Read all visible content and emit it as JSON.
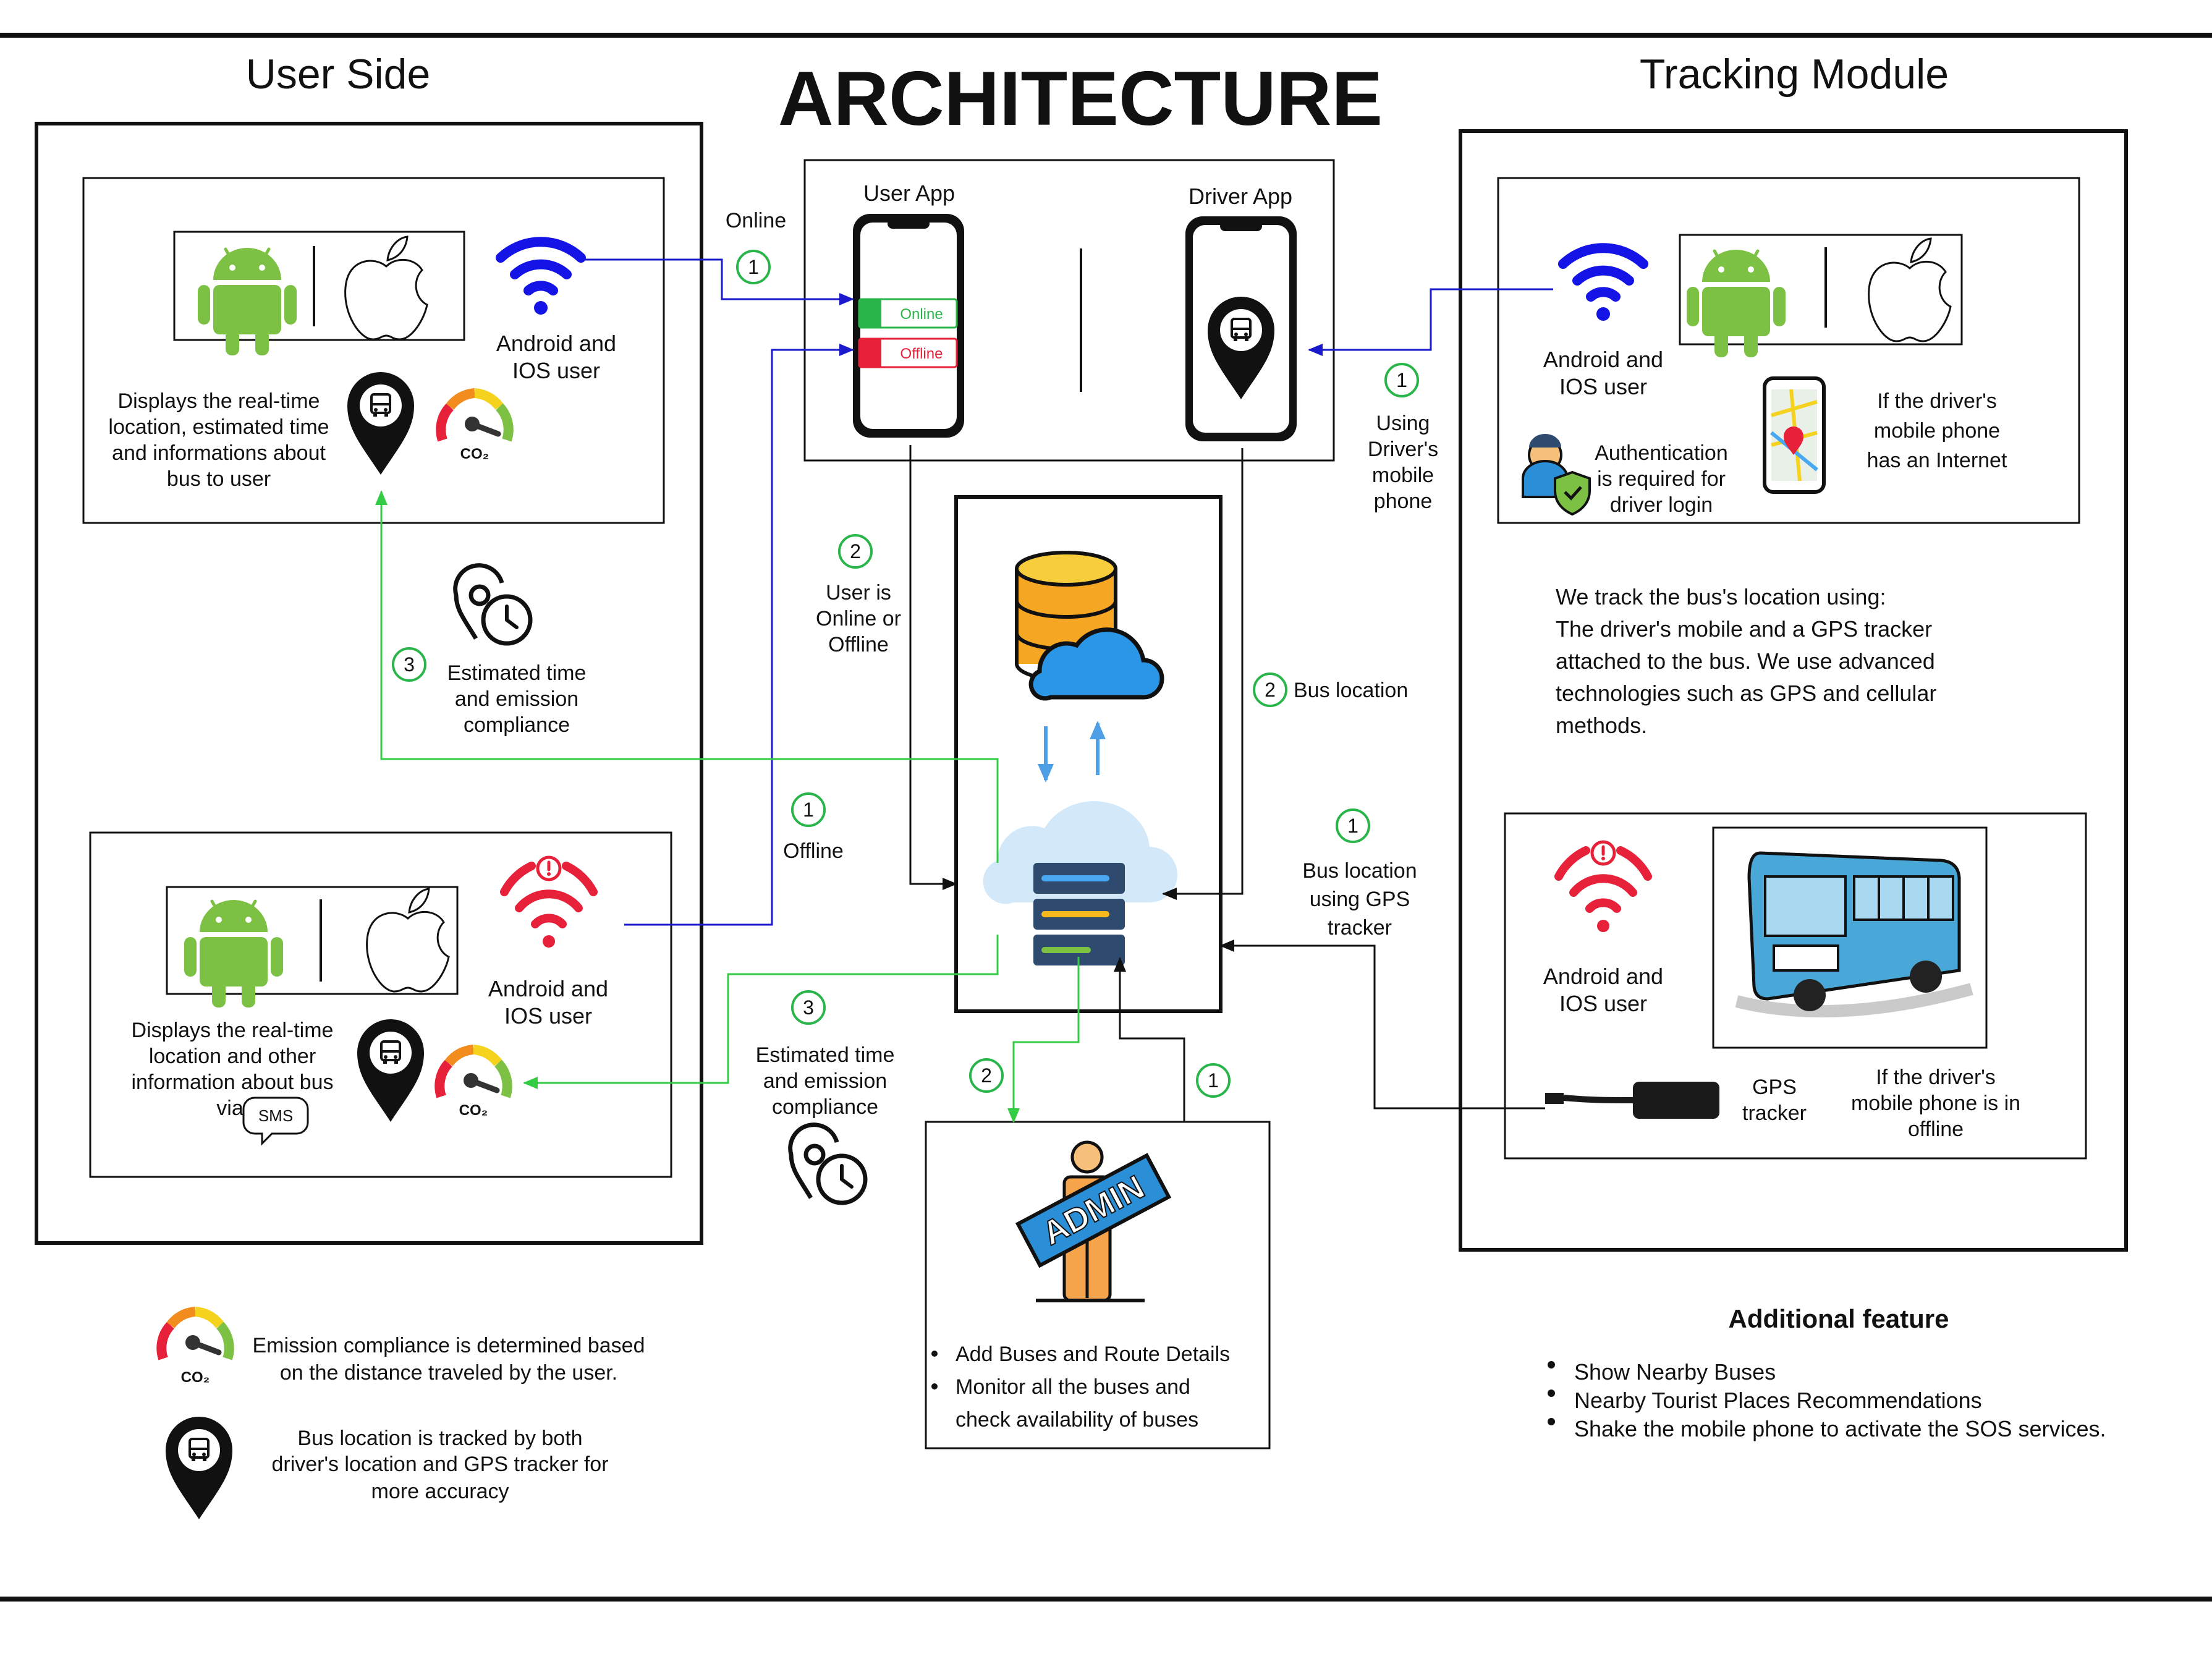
{
  "title": "ARCHITECTURE",
  "sections": {
    "user_side": "User Side",
    "tracking_module": "Tracking Module"
  },
  "user_app": {
    "label": "User App",
    "online_button": "Online",
    "offline_button": "Offline"
  },
  "driver_app": {
    "label": "Driver App"
  },
  "user_online_panel": {
    "platform_label": [
      "Android and",
      "IOS user"
    ],
    "description": [
      "Displays the real-time",
      "location, estimated time",
      "and informations about",
      "bus to user"
    ]
  },
  "user_offline_panel": {
    "platform_label": [
      "Android and",
      "IOS user"
    ],
    "description": [
      "Displays the real-time",
      "location and other",
      "information about bus",
      "via"
    ],
    "sms_label": "SMS"
  },
  "estimated_time_top": [
    "Estimated time",
    "and emission",
    "compliance"
  ],
  "estimated_time_bottom": [
    "Estimated time",
    "and emission",
    "compliance"
  ],
  "flow_labels": {
    "online": "Online",
    "user_status": [
      "User is",
      "Online or",
      "Offline"
    ],
    "offline": "Offline",
    "bus_location": "Bus location",
    "driver_phone": [
      "Using",
      "Driver's",
      "mobile",
      "phone"
    ],
    "gps_bus_location": [
      "Bus location",
      "using GPS",
      "tracker"
    ]
  },
  "step_numbers": {
    "online": "1",
    "user_status": "2",
    "offline": "1",
    "estimated_top": "3",
    "estimated_bottom": "3",
    "bus_location": "2",
    "driver_phone": "1",
    "gps": "1",
    "admin_down": "2",
    "admin_up": "1"
  },
  "tracking_online_panel": {
    "platform_label": [
      "Android and",
      "IOS user"
    ],
    "auth_label": [
      "Authentication",
      "is required for",
      "driver login"
    ],
    "internet_label": [
      "If the driver's",
      "mobile phone",
      "has an Internet"
    ]
  },
  "tracking_description": [
    "We track the bus's location using:",
    "The driver's mobile and a GPS tracker",
    "attached to the bus. We use advanced",
    "technologies such as GPS and cellular",
    "methods."
  ],
  "tracking_offline_panel": {
    "platform_label": [
      "Android and",
      "IOS user"
    ],
    "gps_label": [
      "GPS",
      "tracker"
    ],
    "offline_label": [
      "If the driver's",
      "mobile phone is in",
      "offline"
    ]
  },
  "admin": {
    "badge": "ADMIN",
    "bullets": [
      [
        "Add Buses and Route Details"
      ],
      [
        "Monitor all the buses and",
        "check availability of buses"
      ]
    ]
  },
  "legend": {
    "emission": [
      "Emission compliance is determined based",
      "on the distance traveled by the user."
    ],
    "bus_location": [
      "Bus location is tracked by both",
      "driver's location and GPS tracker for",
      "more accuracy"
    ],
    "co2": "CO₂"
  },
  "additional_feature": {
    "title": "Additional feature",
    "items": [
      "Show Nearby Buses",
      "Nearby Tourist Places Recommendations",
      "Shake the mobile phone to activate the SOS services."
    ]
  },
  "colors": {
    "android_green": "#7cc144",
    "wifi_blue": "#1414e6",
    "wifi_red": "#e8213a",
    "step_green": "#2ab54a",
    "arrow_blue": "#1a1acc",
    "arrow_green": "#33cc44",
    "bus_body": "#4aa8d8"
  }
}
